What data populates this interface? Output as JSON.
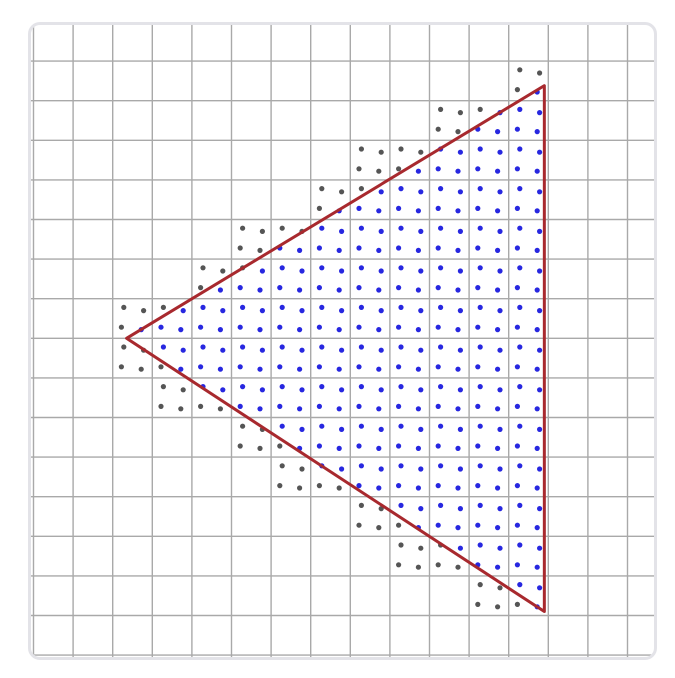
{
  "diagram": {
    "grid_columns": 16,
    "grid_rows": 16,
    "colors": {
      "background": "#ffffff",
      "frame_border": "#e3e3e8",
      "grid_line": "#a9a9a9",
      "triangle_edge": "#a8292e",
      "sample_inside": "#2727e0",
      "sample_outside": "#555555"
    },
    "samples_per_cell": 2,
    "triangle_vertices_grid_units": [
      [
        2.35,
        8.0
      ],
      [
        12.9,
        1.62
      ],
      [
        12.9,
        14.9
      ]
    ]
  }
}
